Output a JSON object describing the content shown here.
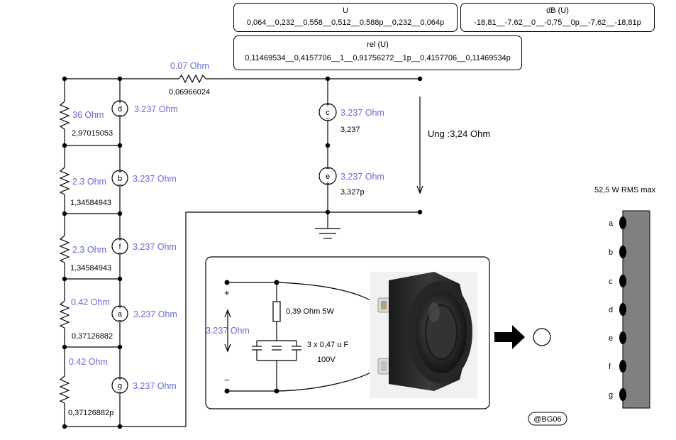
{
  "tables": {
    "u": {
      "header": "U",
      "values": "0,064__0,232__0,558__0,512__0,588p__0,232__0,064p"
    },
    "db": {
      "header": "dB (U)",
      "values": "-18,81__-7,62__0__-0,75__0p__-7,62__-18,81p"
    },
    "rel": {
      "header": "rel (U)",
      "values": "0,11469534__0,4157706__1__0,91756272__1p__0,4157706__0,11469534p"
    }
  },
  "series_resistor": {
    "label": "0.07  Ohm",
    "value": "0,06966024"
  },
  "shunts": [
    {
      "label": "36  Ohm",
      "value": "2,97015053"
    },
    {
      "label": "2.3  Ohm",
      "value": "1,34584943"
    },
    {
      "label": "2.3  Ohm",
      "value": "1,34584943"
    },
    {
      "label": "0.42  Ohm",
      "value": "0,37126882"
    },
    {
      "label": "0.42  Ohm",
      "value": "0,37126882p"
    }
  ],
  "left_speakers": [
    {
      "letter": "d",
      "label": "3.237  Ohm"
    },
    {
      "letter": "b",
      "label": "3.237  Ohm"
    },
    {
      "letter": "f",
      "label": "3.237  Ohm"
    },
    {
      "letter": "a",
      "label": "3.237  Ohm"
    },
    {
      "letter": "g",
      "label": "3.237  Ohm"
    }
  ],
  "right_speakers": [
    {
      "letter": "c",
      "label": "3.237  Ohm",
      "value": "3,237"
    },
    {
      "letter": "e",
      "label": "3.237  Ohm",
      "value": "3,327p"
    }
  ],
  "ung_label": "Ung  :3,24 Ohm",
  "detail": {
    "impedance_label": "3.237  Ohm",
    "plus": "+",
    "minus": "−",
    "resistor_label": "0,39 Ohm   5W",
    "cap_label": "3 x 0,47 u F",
    "cap_voltage": "100V"
  },
  "array": {
    "title": "52,5 W RMS max",
    "letters": [
      "a",
      "b",
      "c",
      "d",
      "e",
      "f",
      "g"
    ]
  },
  "badge": "@BG06",
  "colors": {
    "blue": "#6b6bd6",
    "array": "#808080"
  }
}
